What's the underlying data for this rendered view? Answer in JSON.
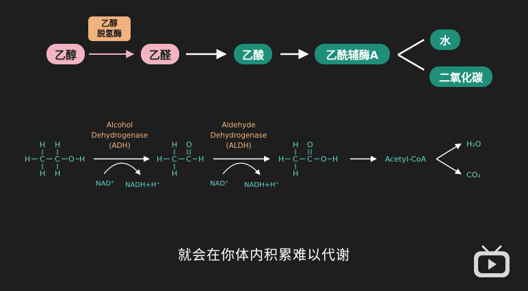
{
  "top_row": {
    "ethanol": "乙醇",
    "enzyme_line1": "乙醇",
    "enzyme_line2": "脱氢酶",
    "acetaldehyde": "乙醛",
    "acetic_acid": "乙酸",
    "acetyl_coa": "乙酰辅酶A",
    "water": "水",
    "carbon_dioxide": "二氧化碳"
  },
  "reaction": {
    "adh_line1": "Alcohol",
    "adh_line2": "Dehydrogenase",
    "adh_line3": "(ADH)",
    "aldh_line1": "Aldehyde",
    "aldh_line2": "Dehydrogenase",
    "aldh_line3": "(ALDH)",
    "nad1": "NAD⁺",
    "nadh1": "NADH+H⁺",
    "nad2": "NAD⁺",
    "nadh2": "NADH+H⁺",
    "acetyl_coa": "Acetyl-CoA",
    "h2o": "H₂O",
    "co2": "CO₂"
  },
  "subtitle": "就会在你体内积累难以代谢",
  "colors": {
    "pink": "#f2b3c2",
    "teal": "#1f8f7a",
    "orange": "#f0b27f",
    "mol": "#64d2c6",
    "bg": "#1e1e1e"
  },
  "logo_icon": "tv-logo-icon"
}
